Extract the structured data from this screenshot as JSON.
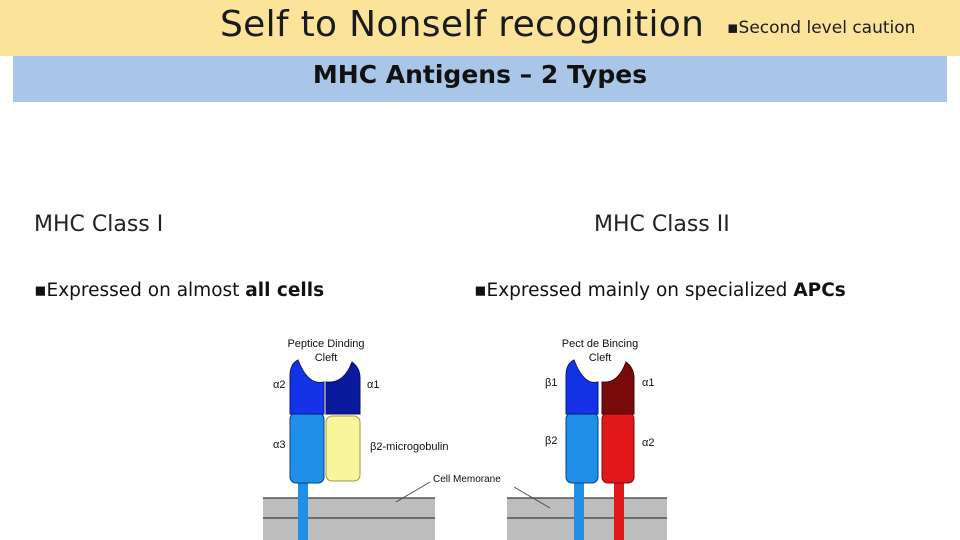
{
  "slide": {
    "title": "Self  to Nonself recognition",
    "title_bullet": "▪Second level caution",
    "subtitle": "MHC Antigens – 2 Types"
  },
  "class1": {
    "heading": "MHC Class I",
    "bullet_prefix": "▪Expressed on almost ",
    "bullet_bold": "all cells",
    "diagram": {
      "cleft_label_line1": "Peptice Dinding",
      "cleft_label_line2": "Cleft",
      "alpha2": "α2",
      "alpha1": "α1",
      "alpha3": "α3",
      "b2m": "β2-microgobulin"
    }
  },
  "class2": {
    "heading": "MHC Class II",
    "bullet_prefix": "▪Expressed mainly on specialized ",
    "bullet_bold": "APCs",
    "diagram": {
      "cleft_label_line1": "Pect de Bincing",
      "cleft_label_line2": "Cleft",
      "beta1": "β1",
      "alpha1": "α1",
      "beta2": "β2",
      "alpha2": "α2"
    }
  },
  "membrane_label": "Cell Memorane",
  "colors": {
    "title_bg": "#fbe39a",
    "subtitle_bg": "#a9c6e8",
    "dark_blue": "#0a1a9e",
    "blue": "#1433e6",
    "light_blue": "#1f8fe8",
    "pale_yellow": "#f8f59a",
    "dark_red": "#7a0a0a",
    "red": "#e01818",
    "membrane": "#bdbdbd"
  }
}
